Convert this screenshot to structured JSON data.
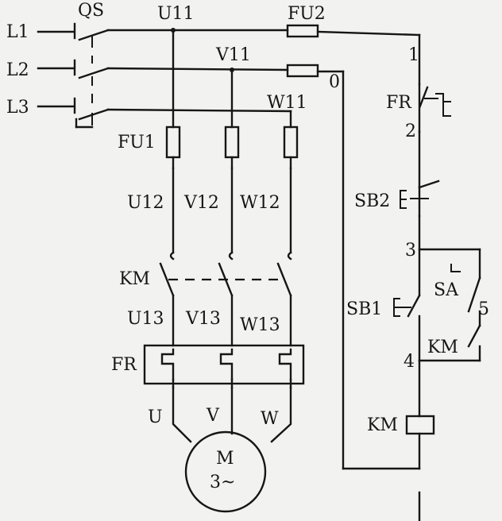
{
  "labels": {
    "l1": "L1",
    "l2": "L2",
    "l3": "L3",
    "qs": "QS",
    "u11": "U11",
    "v11": "V11",
    "w11": "W11",
    "fu2": "FU2",
    "fu1": "FU1",
    "u12": "U12",
    "v12": "V12",
    "w12": "W12",
    "km_main": "KM",
    "u13": "U13",
    "v13": "V13",
    "w13": "W13",
    "fr_relay": "FR",
    "u": "U",
    "v": "V",
    "w": "W",
    "motor_m": "M",
    "motor_phase": "3~",
    "node_0": "0",
    "node_1": "1",
    "node_2": "2",
    "node_3": "3",
    "node_4": "4",
    "node_5": "5",
    "fr_contact": "FR",
    "sb2": "SB2",
    "sb1": "SB1",
    "sa": "SA",
    "km_hold": "KM",
    "km_coil": "KM"
  }
}
